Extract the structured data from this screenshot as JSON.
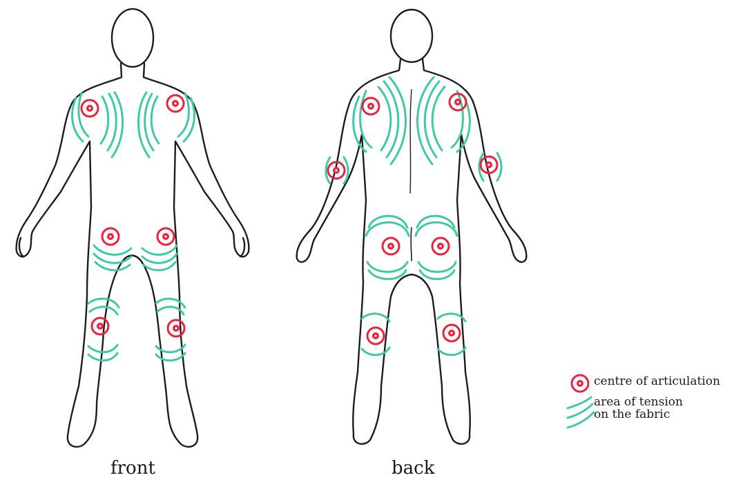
{
  "views": [
    {
      "id": "front",
      "label": "front"
    },
    {
      "id": "back",
      "label": "back"
    }
  ],
  "legend": {
    "articulation": "centre of articulation",
    "tension_line1": "area of tension",
    "tension_line2": "on the fabric"
  },
  "colors": {
    "articulation_ring": "#e8243c",
    "tension_arcs": "#3ec9a4",
    "outline": "#1c1c1c",
    "background": "#ffffff"
  }
}
